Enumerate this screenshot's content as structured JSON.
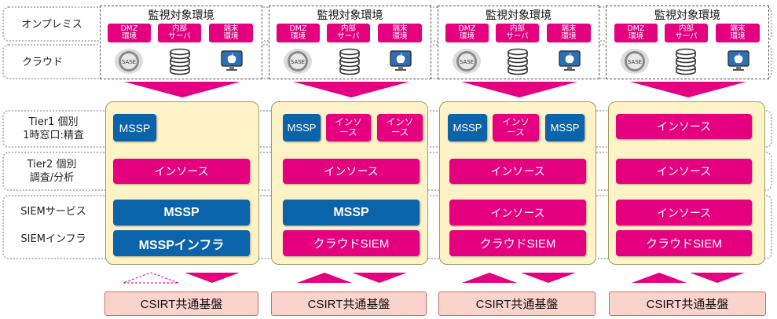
{
  "rows": {
    "onprem": "オンプレミス",
    "cloud": "クラウド",
    "tier1_line1": "Tier1 個別",
    "tier1_line2": "1時窓口:精査",
    "tier2_line1": "Tier2 個別",
    "tier2_line2": "調査/分析",
    "siem_service": "SIEMサービス",
    "siem_infra": "SIEMインフラ"
  },
  "env": {
    "title": "監視対象環境",
    "dmz_line1": "DMZ",
    "dmz_line2": "環境",
    "internal_line1": "内部",
    "internal_line2": "サーバ",
    "terminal_line1": "端末",
    "terminal_line2": "環境",
    "sase_text": "SASE"
  },
  "labels": {
    "mssp": "MSSP",
    "insource": "インソース",
    "insource_a": "インソ",
    "insource_b": "ース",
    "mssp_infra": "MSSPインフラ",
    "cloud_siem": "クラウドSIEM",
    "csirt": "CSIRT共通基盤"
  },
  "colors": {
    "pink": "#e5007f",
    "blue": "#0b63a9",
    "cream": "#fdf3c6",
    "csirt_fill": "#fad4cc"
  },
  "icons": [
    "sase-icon",
    "database-icon",
    "apple-monitor-icon"
  ]
}
